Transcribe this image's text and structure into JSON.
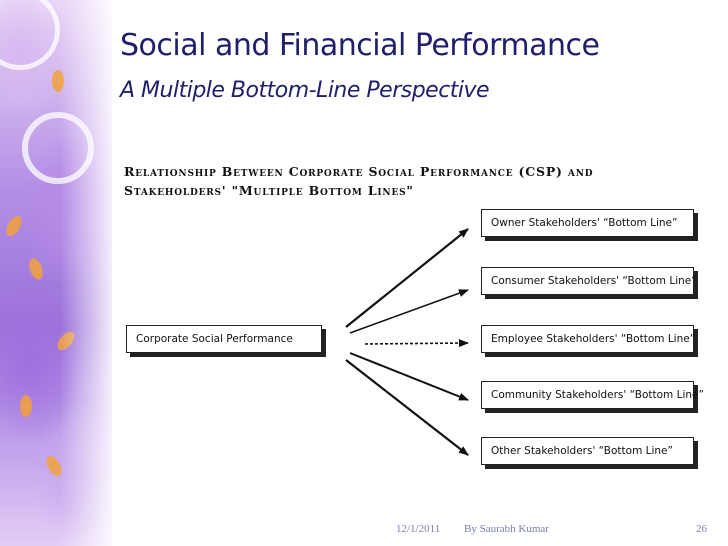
{
  "slide": {
    "title": "Social and Financial Performance",
    "subtitle": "A Multiple Bottom-Line Perspective"
  },
  "diagram": {
    "heading_line1": "Relationship Between Corporate Social Performance (CSP) and",
    "heading_line2": "Stakeholders' \"Multiple Bottom Lines\"",
    "source": "Corporate Social Performance",
    "targets": [
      "Owner Stakeholders' “Bottom Line”",
      "Consumer Stakeholders' “Bottom Line”",
      "Employee Stakeholders' “Bottom Line”",
      "Community Stakeholders' “Bottom Line”",
      "Other Stakeholders' “Bottom Line”"
    ]
  },
  "footer": {
    "date": "12/1/2011",
    "author": "By Saurabh Kumar",
    "page": "26"
  }
}
